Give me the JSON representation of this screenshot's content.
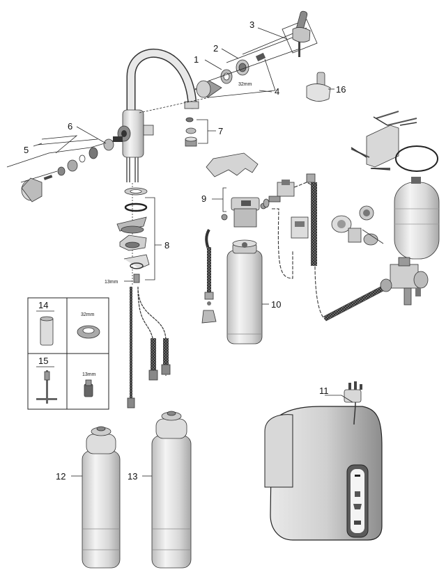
{
  "callouts": {
    "c1": "1",
    "c2": "2",
    "c3": "3",
    "c4": "4",
    "c5": "5",
    "c6": "6",
    "c7": "7",
    "c8": "8",
    "c9": "9",
    "c10": "10",
    "c11": "11",
    "c12": "12",
    "c13": "13",
    "c16": "16"
  },
  "dimensions": {
    "d32_top": "32mm",
    "d13_left": "13mm"
  },
  "tools_table": {
    "row1_number": "14",
    "row1_size": "32mm",
    "row2_number": "15",
    "row2_size": "13mm"
  },
  "colors": {
    "line": "#222222",
    "fill_light": "#e6e6e6",
    "fill_mid": "#c8c8c8",
    "fill_dark": "#555555",
    "hose": "#444444"
  }
}
